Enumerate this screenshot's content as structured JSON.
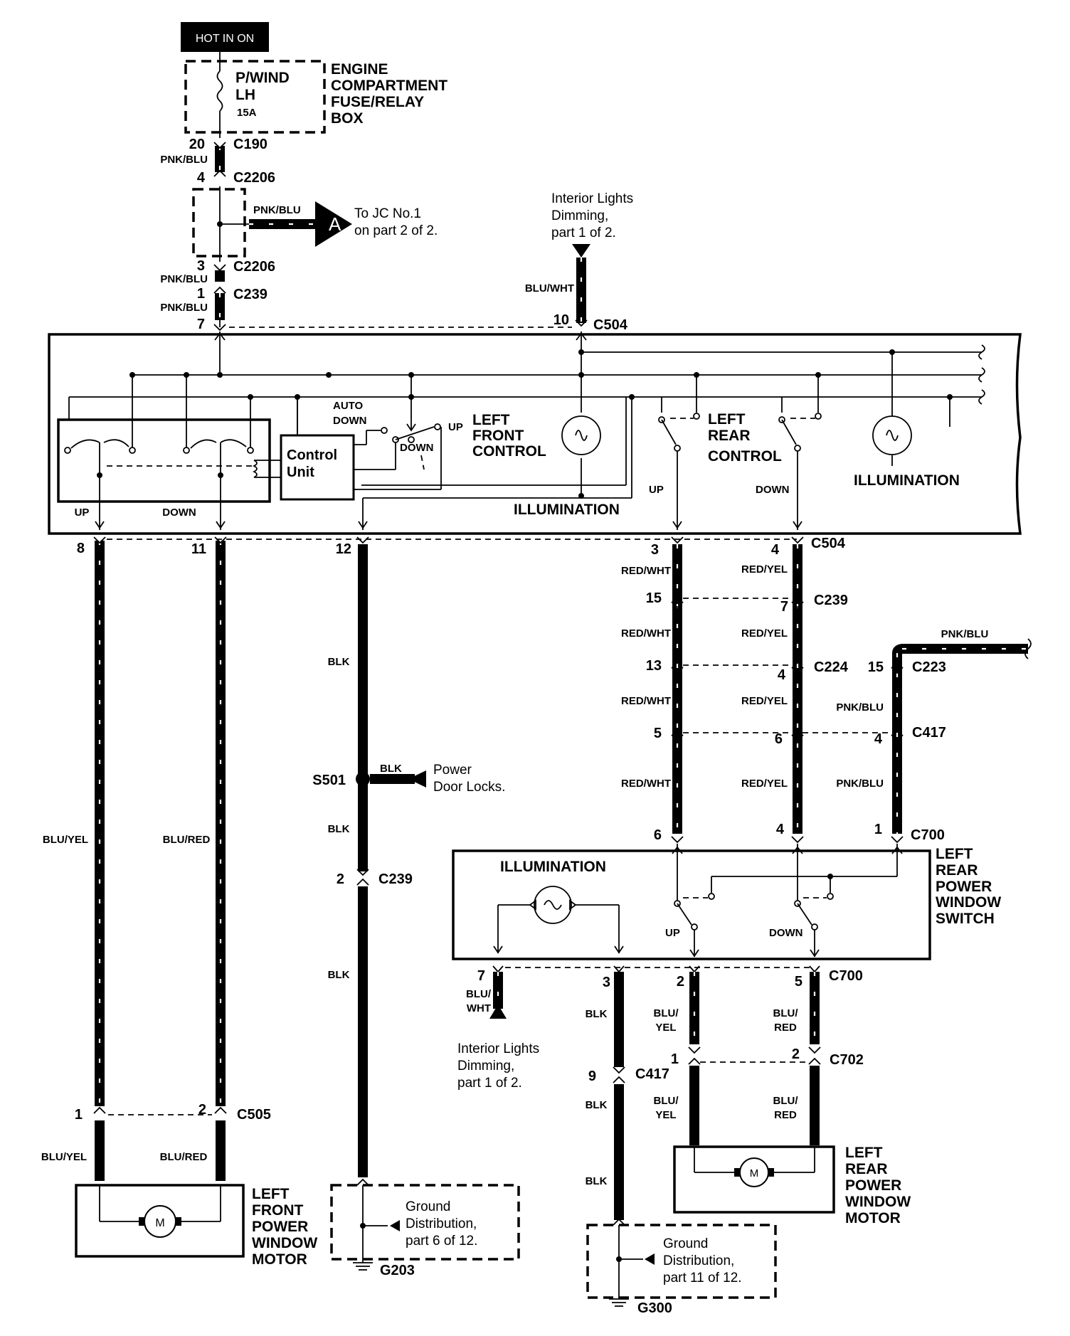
{
  "header": {
    "hot_badge": "HOT IN ON"
  },
  "fuse_box": {
    "fuse_name_1": "P/WIND",
    "fuse_name_2": "LH",
    "fuse_rating": "15A",
    "title_1": "ENGINE",
    "title_2": "COMPARTMENT",
    "title_3": "FUSE/RELAY",
    "title_4": "BOX"
  },
  "connectors": {
    "c190": "C190",
    "c2206": "C2206",
    "c239": "C239",
    "c504": "C504",
    "c505": "C505",
    "c224": "C224",
    "c223": "C223",
    "c417": "C417",
    "c700": "C700",
    "c702": "C702"
  },
  "pins": {
    "p20": "20",
    "p4": "4",
    "p3": "3",
    "p1": "1",
    "p7": "7",
    "p10": "10",
    "p8": "8",
    "p11": "11",
    "p12": "12",
    "p3b": "3",
    "p4b": "4",
    "p15": "15",
    "p7b": "7",
    "p13": "13",
    "p4c": "4",
    "p15b": "15",
    "p5": "5",
    "p6": "6",
    "p4d": "4",
    "p6b": "6",
    "p4e": "4",
    "p1b": "1",
    "p2": "2",
    "p1c": "1",
    "p2b": "2",
    "p7c": "7",
    "p3c": "3",
    "p2c": "2",
    "p5b": "5",
    "p1d": "1",
    "p2d": "2",
    "p9": "9"
  },
  "wire_colors": {
    "pnk_blu": "PNK/BLU",
    "blu_wht": "BLU/WHT",
    "red_wht": "RED/WHT",
    "red_yel": "RED/YEL",
    "blk": "BLK",
    "blu_yel": "BLU/YEL",
    "blu_red": "BLU/RED",
    "blu": "BLU/",
    "wht": "WHT",
    "yel": "YEL",
    "red": "RED"
  },
  "references": {
    "jc_arrow_letter": "A",
    "jc_1": "To JC No.1",
    "jc_2": "on part 2 of 2.",
    "dim_1": "Interior Lights",
    "dim_2": "Dimming,",
    "dim_3": "part 1 of 2.",
    "pdl_1": "Power",
    "pdl_2": "Door Locks.",
    "gnd_a1": "Ground",
    "gnd_a2": "Distribution,",
    "gnd_a3": "part 6 of 12.",
    "gnd_b1": "Ground",
    "gnd_b2": "Distribution,",
    "gnd_b3": "part 11 of 12."
  },
  "splices_grounds": {
    "s501": "S501",
    "g203": "G203",
    "g300": "G300"
  },
  "master_switch": {
    "up": "UP",
    "down": "DOWN",
    "control_1": "Control",
    "control_2": "Unit",
    "auto_1": "AUTO",
    "auto_2": "DOWN",
    "down_sw": "DOWN",
    "up_sw": "UP",
    "lf_1": "LEFT",
    "lf_2": "FRONT",
    "lf_3": "CONTROL",
    "illum": "ILLUMINATION",
    "lr_1": "LEFT",
    "lr_2": "REAR",
    "lr_3": "CONTROL",
    "lr_up": "UP",
    "lr_down": "DOWN",
    "illum2": "ILLUMINATION"
  },
  "rear_switch": {
    "illum": "ILLUMINATION",
    "up": "UP",
    "down": "DOWN",
    "t1": "LEFT",
    "t2": "REAR",
    "t3": "POWER",
    "t4": "WINDOW",
    "t5": "SWITCH"
  },
  "motors": {
    "symbol": "M",
    "front_1": "LEFT",
    "front_2": "FRONT",
    "front_3": "POWER",
    "front_4": "WINDOW",
    "front_5": "MOTOR",
    "rear_1": "LEFT",
    "rear_2": "REAR",
    "rear_3": "POWER",
    "rear_4": "WINDOW",
    "rear_5": "MOTOR"
  }
}
